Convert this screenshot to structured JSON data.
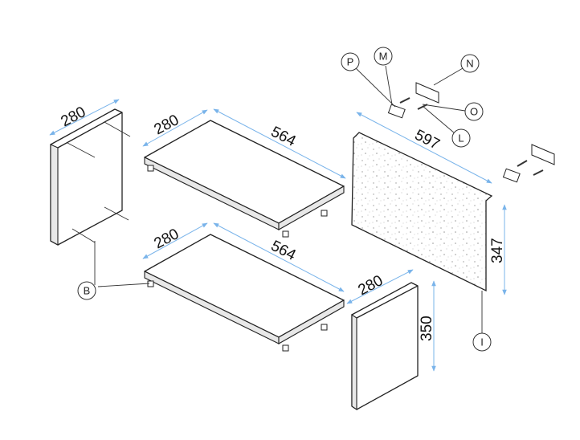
{
  "dimensions": {
    "side_panel_depth": "280",
    "top_shelf_depth": "280",
    "top_shelf_width": "564",
    "bottom_shelf_depth": "280",
    "bottom_shelf_width": "564",
    "back_panel_width": "597",
    "back_panel_height": "347",
    "door_width": "280",
    "door_height": "350"
  },
  "callouts": {
    "P": "P",
    "M": "M",
    "N": "N",
    "O": "O",
    "L": "L",
    "B": "B",
    "I": "I"
  },
  "colors": {
    "dimension_line": "#7ab4ea",
    "outline": "#222222"
  }
}
